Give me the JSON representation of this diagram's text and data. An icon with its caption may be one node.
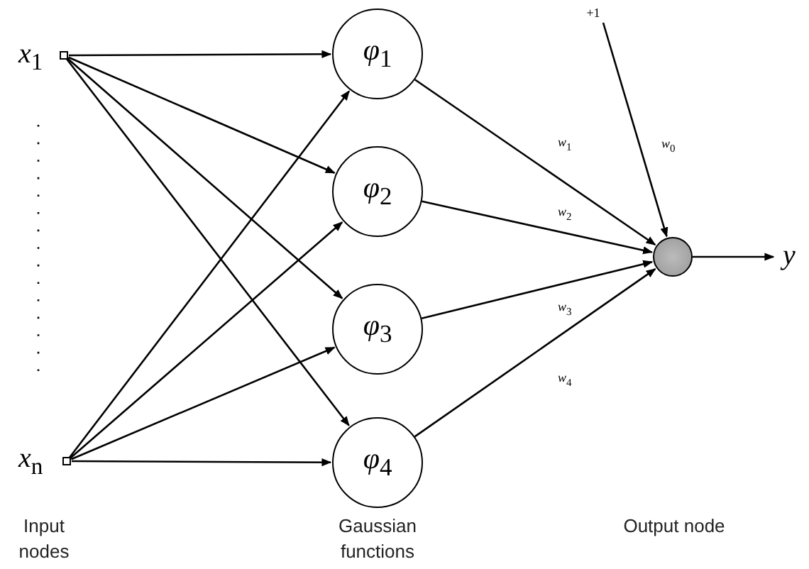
{
  "diagram": {
    "nodes": [
      {
        "text": [],
        "shape": "box",
        "beside": [
          "x$_{1}$"
        ]
      },
      {
        "text": [],
        "shape": "box",
        "beside": [
          "x$_{n}$"
        ]
      },
      {
        "text": [
          "φ$_{1}$"
        ]
      },
      {
        "text": [
          "φ$_{2}$"
        ]
      },
      {
        "text": [
          "φ$_{3}$"
        ]
      },
      {
        "text": [
          "φ$_{4}$"
        ]
      },
      {
        "text": [],
        "shape": "circle"
      },
      {
        "text": [
          "+1"
        ]
      },
      {
        "text": [
          "y"
        ]
      }
    ],
    "edges": [
      {
        "from": 0,
        "to": 2,
        "arrow": "to"
      },
      {
        "from": 0,
        "to": 3,
        "arrow": "to"
      },
      {
        "from": 0,
        "to": 4,
        "arrow": "to"
      },
      {
        "from": 0,
        "to": 5,
        "arrow": "to"
      },
      {
        "from": 1,
        "to": 2,
        "arrow": "to"
      },
      {
        "from": 1,
        "to": 3,
        "arrow": "to"
      },
      {
        "from": 1,
        "to": 4,
        "arrow": "to"
      },
      {
        "from": 1,
        "to": 5,
        "arrow": "to"
      },
      {
        "from": 2,
        "to": 6,
        "arrow": "to",
        "label": "w$_{1}$"
      },
      {
        "from": 3,
        "to": 6,
        "arrow": "to",
        "label": "w$_{2}$"
      },
      {
        "from": 4,
        "to": 6,
        "arrow": "to",
        "label": "w$_{3}$"
      },
      {
        "from": 5,
        "to": 6,
        "arrow": "to",
        "label": "w$_{4}$"
      },
      {
        "from": 7,
        "to": 6,
        "arrow": "to",
        "label": "w$_{0}$"
      },
      {
        "from": 6,
        "to": 8,
        "arrow": "to"
      }
    ],
    "labels": [
      "Input nodes",
      "Gaussian functions",
      "Output node"
    ]
  }
}
